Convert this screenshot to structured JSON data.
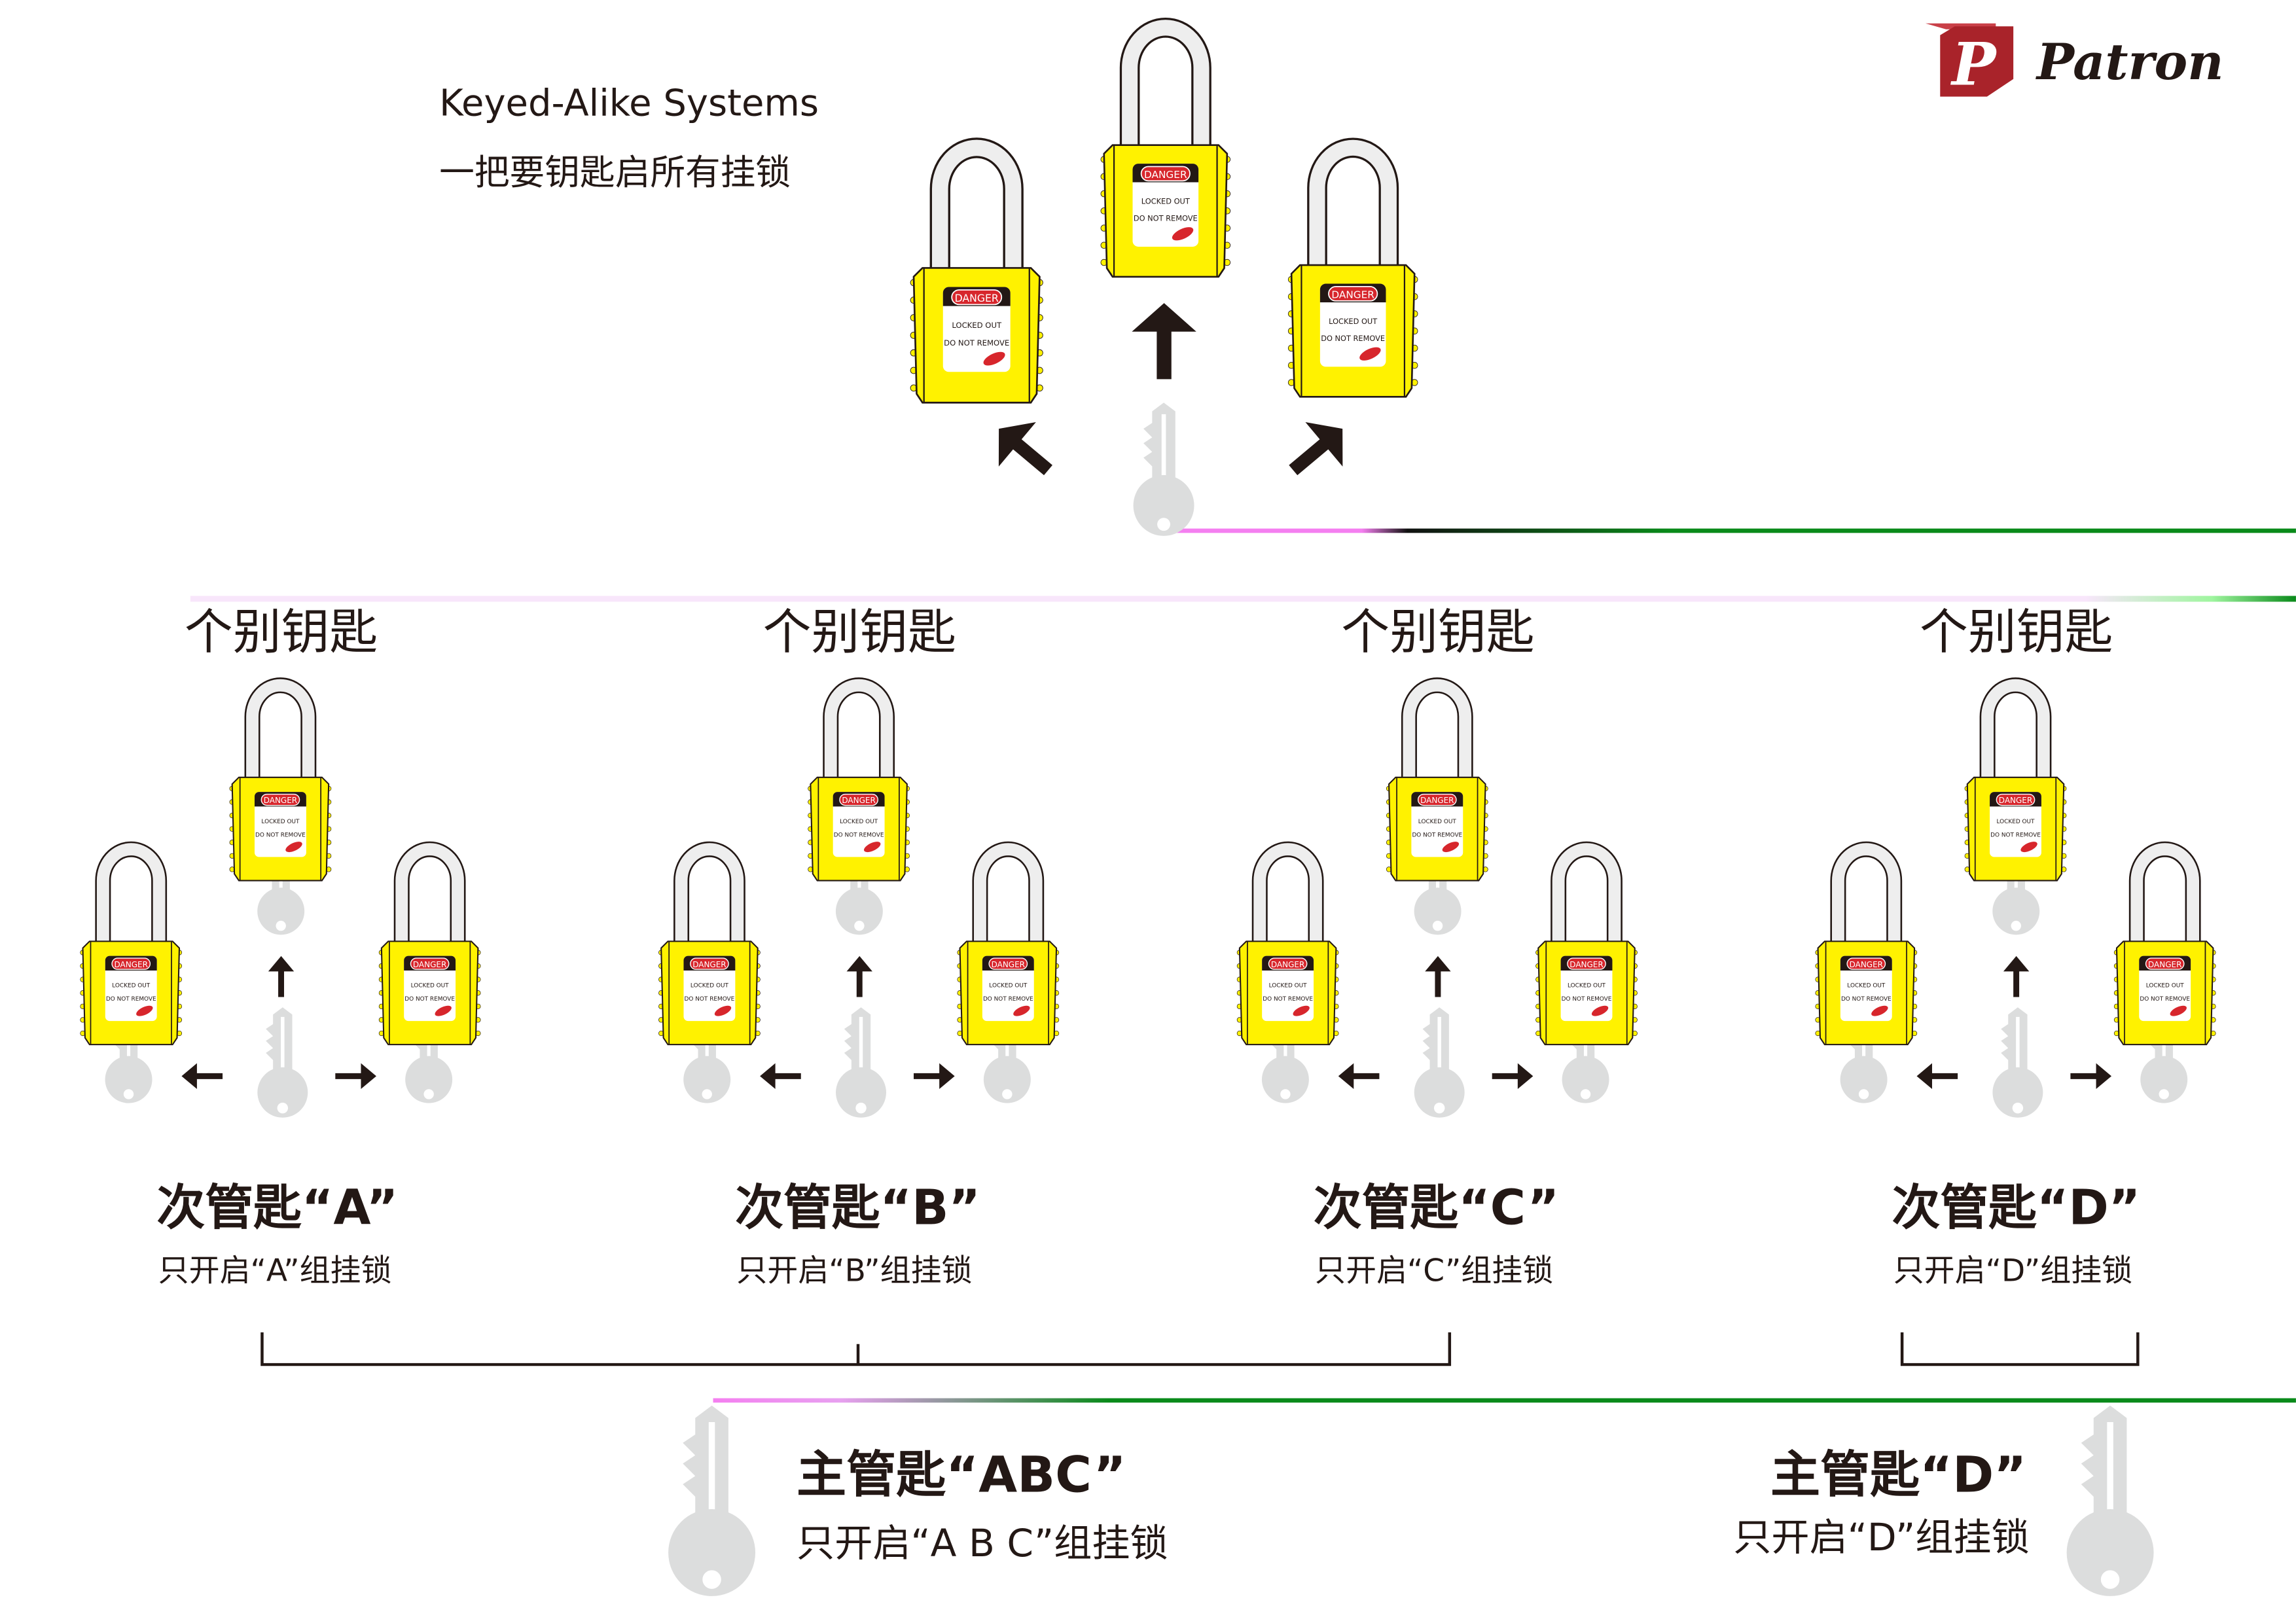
{
  "header": {
    "title": "Keyed-Alike Systems",
    "subtitle": "一把要钥匙启所有挂锁",
    "logo_text": "Patron"
  },
  "padlock_label": {
    "danger": "DANGER",
    "line1": "LOCKED OUT",
    "line2": "DO NOT REMOVE"
  },
  "groups": [
    {
      "heading": "个别钥匙",
      "sub_key": "次管匙“A”",
      "sub_desc": "只开启“A”组挂锁"
    },
    {
      "heading": "个别钥匙",
      "sub_key": "次管匙“B”",
      "sub_desc": "只开启“B”组挂锁"
    },
    {
      "heading": "个别钥匙",
      "sub_key": "次管匙“C”",
      "sub_desc": "只开启“C”组挂锁"
    },
    {
      "heading": "个别钥匙",
      "sub_key": "次管匙“D”",
      "sub_desc": "只开启“D”组挂锁"
    }
  ],
  "masters": [
    {
      "name": "主管匙“ABC”",
      "desc": "只开启“A B C”组挂锁"
    },
    {
      "name": "主管匙“D”",
      "desc": "只开启“D”组挂锁"
    }
  ],
  "colors": {
    "padlock_body": "#fff200",
    "outline": "#231815",
    "danger_red": "#d7262c",
    "key_gray": "#dcdddd",
    "logo_red": "#a9232a",
    "line_green": "#0a8a1a",
    "line_pink": "#f47ff0"
  }
}
